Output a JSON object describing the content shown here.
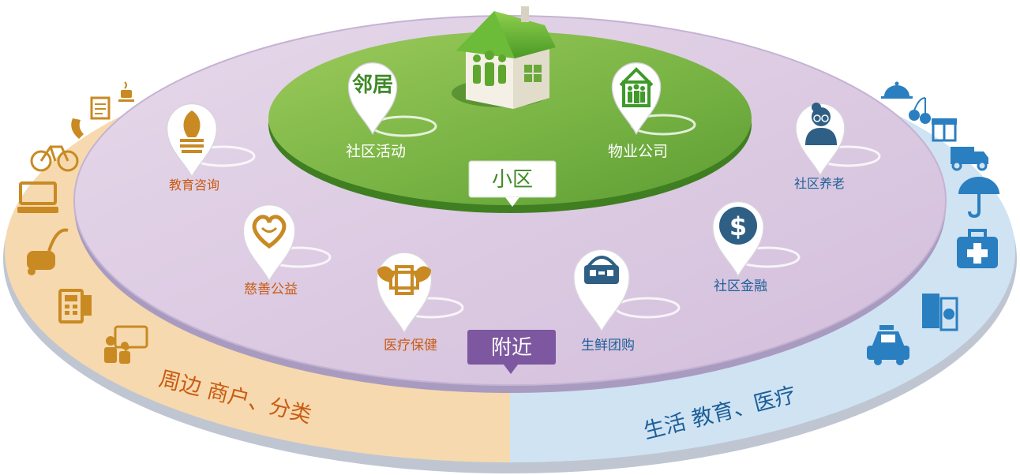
{
  "colors": {
    "outer_left": "#f6d9ae",
    "outer_right": "#cfe3f3",
    "outer_rim": "#c8ced8",
    "mid_fill": "#dcc9e2",
    "mid_rim": "#b7a8cc",
    "inner_green": "#7ab648",
    "inner_green_dark": "#4e8f2a",
    "orange_text": "#c95b12",
    "blue_text": "#1d5f98",
    "purple_tag": "#7d57a0",
    "green_text": "#3f8a26"
  },
  "inner": {
    "tag": "小区",
    "neighbor_pin": "邻居",
    "items": [
      {
        "label": "社区活动",
        "icon": "neighbors-text"
      },
      {
        "label": "物业公司",
        "icon": "house-people-icon"
      }
    ]
  },
  "middle": {
    "tag": "附近",
    "items": [
      {
        "label": "教育咨询",
        "icon": "lamp-icon"
      },
      {
        "label": "慈善公益",
        "icon": "heart-icon"
      },
      {
        "label": "医疗保健",
        "icon": "medical-wings-icon"
      },
      {
        "label": "生鲜团购",
        "icon": "basket-icon"
      },
      {
        "label": "社区金融",
        "icon": "dollar-icon"
      },
      {
        "label": "社区养老",
        "icon": "elderly-icon"
      }
    ]
  },
  "outer": {
    "left_label": "周边 商户、分类",
    "right_label": "生活 教育、医疗",
    "left_icons": [
      "coffee-icon",
      "document-icon",
      "phone-icon",
      "bicycle-icon",
      "computer-icon",
      "vacuum-icon",
      "cash-register-icon",
      "teacher-icon"
    ],
    "right_icons": [
      "cloche-icon",
      "cherry-icon",
      "gift-icon",
      "truck-icon",
      "umbrella-icon",
      "first-aid-icon",
      "books-icon",
      "taxi-icon"
    ]
  }
}
